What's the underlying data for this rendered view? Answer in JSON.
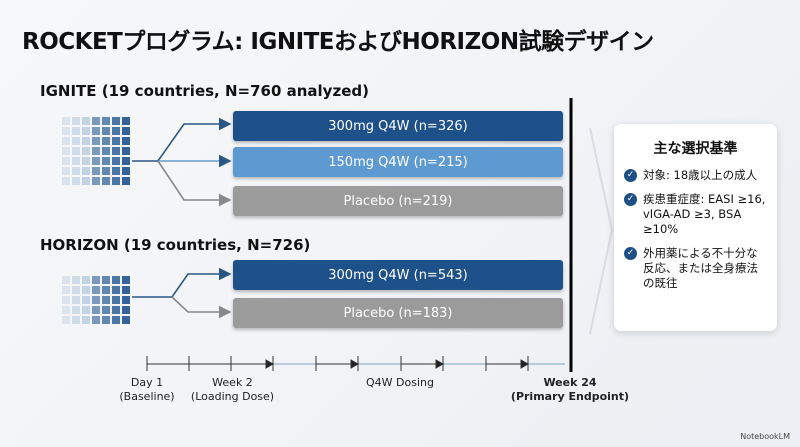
{
  "title": "ROCKETプログラム: IGNITEおよびHORIZON試験デザイン",
  "ignite": {
    "label": "IGNITE (19 countries, N=760 analyzed)",
    "arms": [
      "300mg Q4W (n=326)",
      "150mg Q4W (n=215)",
      "Placebo (n=219)"
    ]
  },
  "horizon": {
    "label": "HORIZON (19 countries, N=726)",
    "arms": [
      "300mg Q4W (n=543)",
      "Placebo (n=183)"
    ]
  },
  "criteria": {
    "title": "主な選択基準",
    "items": [
      "対象: 18歳以上の成人",
      "疾患重症度: EASI ≥16, vIGA-AD ≥3, BSA ≥10%",
      "外用薬による不十分な反応、または全身療法の既往"
    ]
  },
  "timeline": {
    "day1": "Day 1",
    "day1_sub": "(Baseline)",
    "week2": "Week 2",
    "week2_sub": "(Loading Dose)",
    "dosing": "Q4W Dosing",
    "week24": "Week 24",
    "week24_sub": "(Primary Endpoint)"
  },
  "brand": "NotebookLM",
  "colors": {
    "dark": "#1e5089",
    "light": "#5e9ad2",
    "gray": "#9b9b9b"
  }
}
